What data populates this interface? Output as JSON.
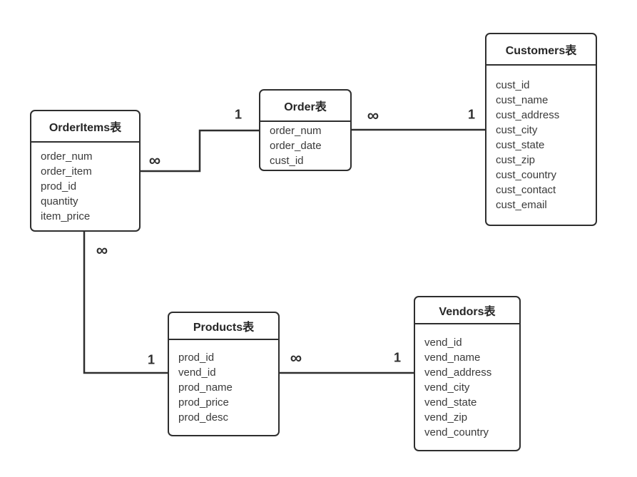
{
  "diagram": {
    "colors": {
      "line": "#2e2e2e",
      "text": "#3a3a3a",
      "background": "#ffffff"
    },
    "tables": [
      {
        "title": "OrderItems表",
        "fields": [
          "order_num",
          "order_item",
          "prod_id",
          "quantity",
          "item_price"
        ]
      },
      {
        "title": "Order表",
        "fields": [
          "order_num",
          "order_date",
          "cust_id"
        ]
      },
      {
        "title": "Customers表",
        "fields": [
          "cust_id",
          "cust_name",
          "cust_address",
          "cust_city",
          "cust_state",
          "cust_zip",
          "cust_country",
          "cust_contact",
          "cust_email"
        ]
      },
      {
        "title": "Products表",
        "fields": [
          "prod_id",
          "vend_id",
          "prod_name",
          "prod_price",
          "prod_desc"
        ]
      },
      {
        "title": "Vendors表",
        "fields": [
          "vend_id",
          "vend_name",
          "vend_address",
          "vend_city",
          "vend_state",
          "vend_zip",
          "vend_country"
        ]
      }
    ],
    "relationships": [
      {
        "from": "OrderItems表",
        "to": "Order表",
        "from_cardinality": "∞",
        "to_cardinality": "1"
      },
      {
        "from": "Order表",
        "to": "Customers表",
        "from_cardinality": "∞",
        "to_cardinality": "1"
      },
      {
        "from": "OrderItems表",
        "to": "Products表",
        "from_cardinality": "∞",
        "to_cardinality": "1"
      },
      {
        "from": "Products表",
        "to": "Vendors表",
        "from_cardinality": "∞",
        "to_cardinality": "1"
      }
    ]
  }
}
